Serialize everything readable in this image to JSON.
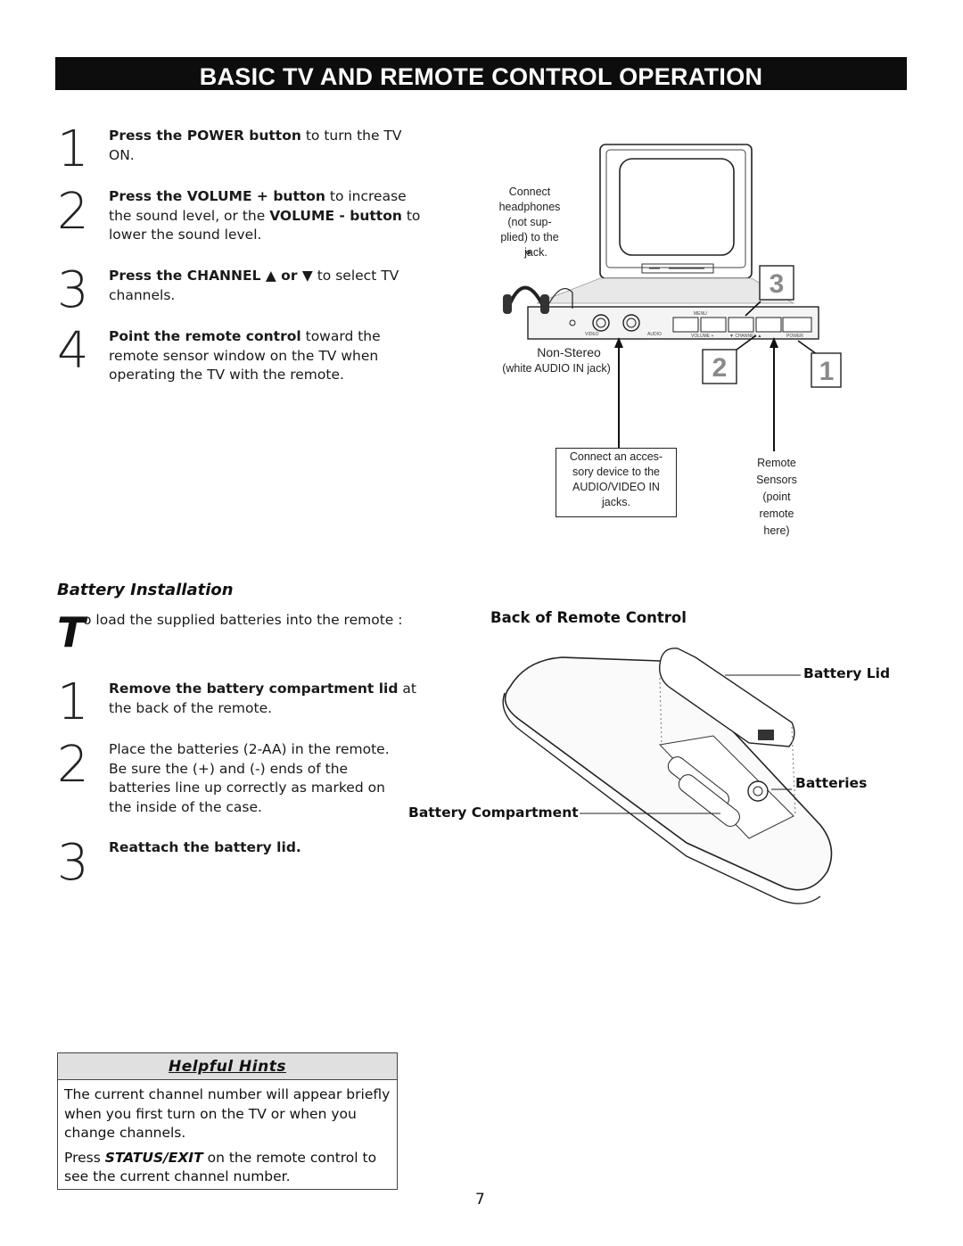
{
  "title": "BASIC TV AND REMOTE CONTROL OPERATION",
  "steps_top": [
    {
      "num": "1",
      "bold": "Press the POWER button",
      "rest": " to turn the TV ON."
    },
    {
      "num": "2",
      "bold": "Press the VOLUME + button",
      "rest": " to increase the sound level, or the ",
      "bold2": "VOLUME - button",
      "rest2": " to lower the sound level."
    },
    {
      "num": "3",
      "bold": "Press the CHANNEL ▲ or ▼",
      "rest": "  to select TV channels."
    },
    {
      "num": "4",
      "bold": "Point the remote control",
      "rest": " toward the remote sensor window on the TV when operating the TV with the remote."
    }
  ],
  "tv_diagram": {
    "headphones_note": [
      "Connect",
      "headphones",
      "(not sup-",
      "plied) to the",
      "    jack."
    ],
    "non_stereo": "Non-Stereo",
    "white_audio": "(white AUDIO IN jack)",
    "accessory_note": [
      "Connect an acces-",
      "sory device to the",
      "AUDIO/VIDEO IN",
      "jacks."
    ],
    "remote_sensors_note": [
      "Remote",
      "Sensors",
      "(point",
      "remote",
      "here)"
    ],
    "callout_1": "1",
    "callout_2": "2",
    "callout_3": "3",
    "panel_labels": {
      "video": "VIDEO",
      "audio": "AUDIO",
      "menu": "MENU",
      "volume": "VOLUME +",
      "channel": "▼ CHANNEL ▲",
      "power": "POWER"
    }
  },
  "battery": {
    "heading": "Battery Installation",
    "dropcap": "T",
    "intro": "o load the supplied batteries into the remote :",
    "steps": [
      {
        "num": "1",
        "bold": "Remove the battery compartment lid",
        "rest": " at the back of the remote."
      },
      {
        "num": "2",
        "bold": "",
        "rest": "Place the batteries (2-AA) in the remote. Be sure the (+) and (-) ends of the batteries line up correctly as marked on the inside of the case."
      },
      {
        "num": "3",
        "bold": "Reattach the battery lid.",
        "rest": ""
      }
    ]
  },
  "remote_diagram": {
    "title": "Back of Remote Control",
    "battery_lid": "Battery Lid",
    "batteries": "Batteries",
    "battery_compartment": "Battery Compartment"
  },
  "hints": {
    "heading": "Helpful Hints",
    "p1": "The current channel number will appear briefly when you first turn on the TV or when you change channels.",
    "p2_pre": "Press ",
    "p2_bold": "STATUS/EXIT",
    "p2_post": " on the remote control to see the current channel number."
  },
  "page_number": "7"
}
